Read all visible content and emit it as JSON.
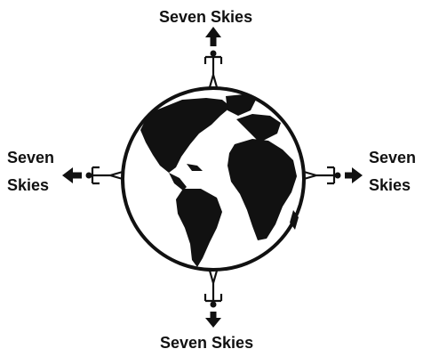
{
  "diagram": {
    "top_label": "Seven Skies",
    "bottom_label": "Seven Skies",
    "left_label": {
      "line1": "Seven",
      "line2": "Skies"
    },
    "right_label": {
      "line1": "Seven",
      "line2": "Skies"
    },
    "colors": {
      "ink": "#111111",
      "ocean": "#ffffff",
      "land": "#111111"
    },
    "icons": {
      "globe": "earth-globe-icon",
      "figures": "standing-person-icon",
      "arrows": "arrow-icon"
    }
  }
}
